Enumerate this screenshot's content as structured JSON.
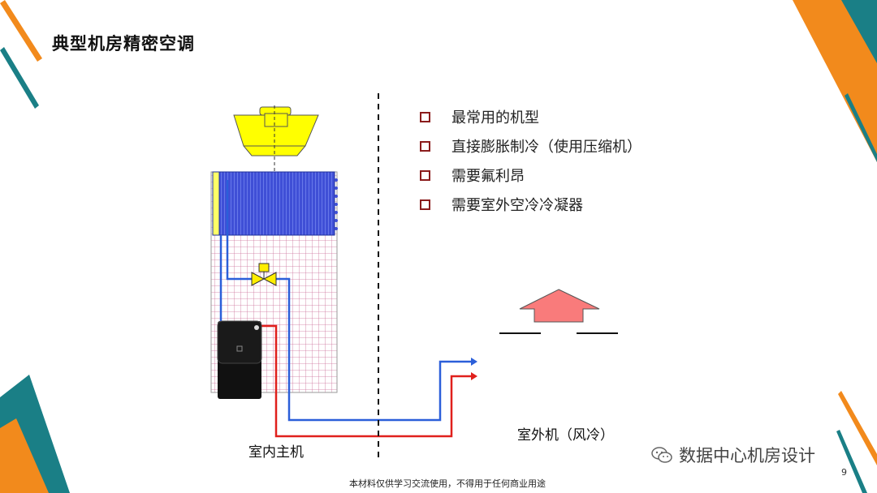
{
  "slide": {
    "title": "典型机房精密空调",
    "bullets": [
      "最常用的机型",
      "直接膨胀制冷（使用压缩机）",
      "需要氟利昂",
      "需要室外空冷冷凝器"
    ],
    "label_indoor": "室内主机",
    "label_outdoor": "室外机（风冷）",
    "footer": "本材料仅供学习交流使用，不得用于任何商业用途",
    "page_number": "9",
    "watermark": "数据中心机房设计"
  },
  "colors": {
    "orange": "#f28a1c",
    "teal": "#1a7f86",
    "fan_yellow": "#ffff00",
    "coil_blue": "#3f4fd6",
    "grid_pink": "#cc6f9a",
    "pipe_blue": "#2b5fd9",
    "pipe_red": "#e0201c",
    "arrow_pink": "#f97b7b",
    "bullet_red": "#8b1c1c"
  },
  "icons": [
    "wechat-icon",
    "checkbox-bullet-icon"
  ]
}
